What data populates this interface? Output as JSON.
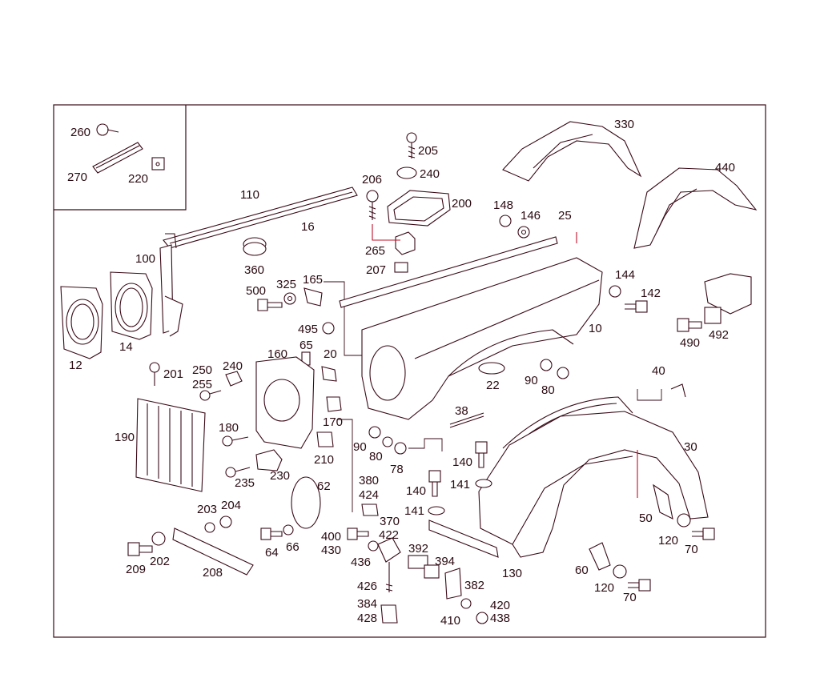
{
  "diagram": {
    "labels": [
      {
        "id": "l260",
        "text": "260"
      },
      {
        "id": "l270",
        "text": "270"
      },
      {
        "id": "l220",
        "text": "220"
      },
      {
        "id": "l205",
        "text": "205"
      },
      {
        "id": "l240a",
        "text": "240"
      },
      {
        "id": "l206",
        "text": "206"
      },
      {
        "id": "l200",
        "text": "200"
      },
      {
        "id": "l110",
        "text": "110"
      },
      {
        "id": "l16",
        "text": "16"
      },
      {
        "id": "l265",
        "text": "265"
      },
      {
        "id": "l207",
        "text": "207"
      },
      {
        "id": "l360",
        "text": "360"
      },
      {
        "id": "l100",
        "text": "100"
      },
      {
        "id": "l500",
        "text": "500"
      },
      {
        "id": "l325",
        "text": "325"
      },
      {
        "id": "l165",
        "text": "165"
      },
      {
        "id": "l148",
        "text": "148"
      },
      {
        "id": "l146",
        "text": "146"
      },
      {
        "id": "l25",
        "text": "25"
      },
      {
        "id": "l330",
        "text": "330"
      },
      {
        "id": "l440",
        "text": "440"
      },
      {
        "id": "l144",
        "text": "144"
      },
      {
        "id": "l142",
        "text": "142"
      },
      {
        "id": "l10",
        "text": "10"
      },
      {
        "id": "l490",
        "text": "490"
      },
      {
        "id": "l492",
        "text": "492"
      },
      {
        "id": "l12",
        "text": "12"
      },
      {
        "id": "l14",
        "text": "14"
      },
      {
        "id": "l495",
        "text": "495"
      },
      {
        "id": "l65",
        "text": "65"
      },
      {
        "id": "l20",
        "text": "20"
      },
      {
        "id": "l160",
        "text": "160"
      },
      {
        "id": "l250",
        "text": "250"
      },
      {
        "id": "l240b",
        "text": "240"
      },
      {
        "id": "l201",
        "text": "201"
      },
      {
        "id": "l255",
        "text": "255"
      },
      {
        "id": "l170",
        "text": "170"
      },
      {
        "id": "l22",
        "text": "22"
      },
      {
        "id": "l90a",
        "text": "90"
      },
      {
        "id": "l80a",
        "text": "80"
      },
      {
        "id": "l40",
        "text": "40"
      },
      {
        "id": "l38",
        "text": "38"
      },
      {
        "id": "l190",
        "text": "190"
      },
      {
        "id": "l180",
        "text": "180"
      },
      {
        "id": "l90b",
        "text": "90"
      },
      {
        "id": "l80b",
        "text": "80"
      },
      {
        "id": "l78",
        "text": "78"
      },
      {
        "id": "l210",
        "text": "210"
      },
      {
        "id": "l140a",
        "text": "140"
      },
      {
        "id": "l30",
        "text": "30"
      },
      {
        "id": "l235",
        "text": "235"
      },
      {
        "id": "l230",
        "text": "230"
      },
      {
        "id": "l62",
        "text": "62"
      },
      {
        "id": "l380",
        "text": "380"
      },
      {
        "id": "l424",
        "text": "424"
      },
      {
        "id": "l140b",
        "text": "140"
      },
      {
        "id": "l141a",
        "text": "141"
      },
      {
        "id": "l203",
        "text": "203"
      },
      {
        "id": "l204",
        "text": "204"
      },
      {
        "id": "l141b",
        "text": "141"
      },
      {
        "id": "l370",
        "text": "370"
      },
      {
        "id": "l422",
        "text": "422"
      },
      {
        "id": "l50",
        "text": "50"
      },
      {
        "id": "l400",
        "text": "400"
      },
      {
        "id": "l430",
        "text": "430"
      },
      {
        "id": "l64",
        "text": "64"
      },
      {
        "id": "l66",
        "text": "66"
      },
      {
        "id": "l392",
        "text": "392"
      },
      {
        "id": "l120a",
        "text": "120"
      },
      {
        "id": "l70a",
        "text": "70"
      },
      {
        "id": "l209",
        "text": "209"
      },
      {
        "id": "l202",
        "text": "202"
      },
      {
        "id": "l436",
        "text": "436"
      },
      {
        "id": "l394",
        "text": "394"
      },
      {
        "id": "l130",
        "text": "130"
      },
      {
        "id": "l208",
        "text": "208"
      },
      {
        "id": "l60",
        "text": "60"
      },
      {
        "id": "l426",
        "text": "426"
      },
      {
        "id": "l382",
        "text": "382"
      },
      {
        "id": "l120b",
        "text": "120"
      },
      {
        "id": "l70b",
        "text": "70"
      },
      {
        "id": "l384",
        "text": "384"
      },
      {
        "id": "l420",
        "text": "420"
      },
      {
        "id": "l428",
        "text": "428"
      },
      {
        "id": "l410",
        "text": "410"
      },
      {
        "id": "l438",
        "text": "438"
      }
    ]
  }
}
